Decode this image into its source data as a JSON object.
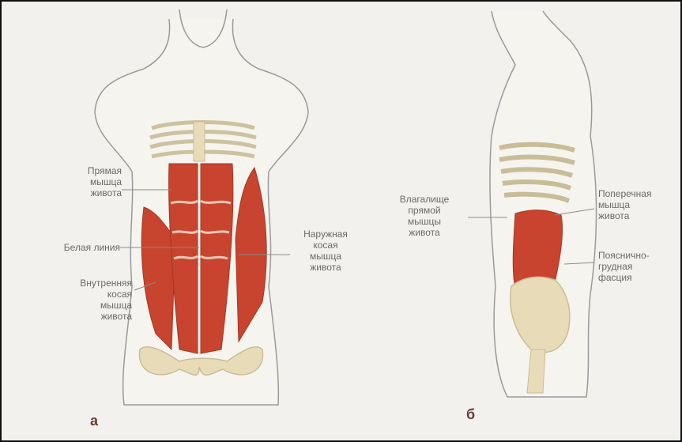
{
  "figure": {
    "panels": [
      {
        "letter": "а",
        "labels": {
          "rectus": "Прямая\nмышца\nживота",
          "linea_alba": "Белая линия",
          "internal_oblique": "Внутренняя\nкосая\nмышца\nживота",
          "external_oblique": "Наружная\nкосая\nмышца\nживота"
        }
      },
      {
        "letter": "б",
        "labels": {
          "rectus_sheath": "Влагалище\nпрямой\nмышцы\nживота",
          "transversus": "Поперечная\nмышца\nживота",
          "thoracolumbar_fascia": "Пояснично-\nгрудная\nфасция"
        }
      }
    ]
  },
  "colors": {
    "background": "#f2f1ee",
    "muscle": "#c8442e",
    "muscle_dark": "#a83622",
    "bone": "#e8dcb8",
    "outline": "#9a9a9a",
    "leader": "#8a8a8a"
  },
  "icons": [
    "front-torso-illustration",
    "side-torso-illustration"
  ]
}
